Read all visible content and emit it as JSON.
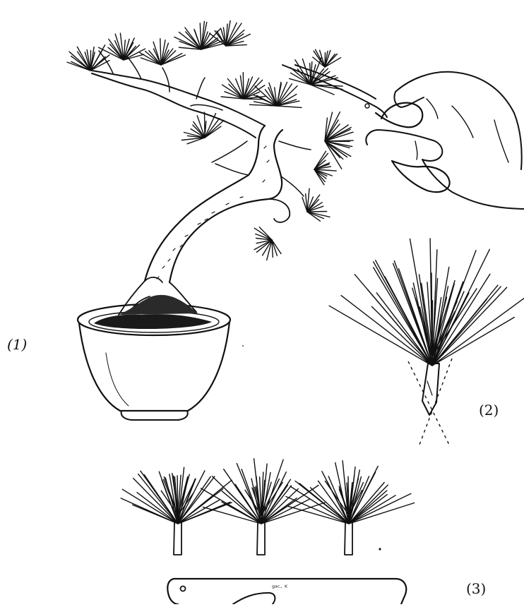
{
  "labels": {
    "fig1": "(1)",
    "fig2": "(2)",
    "fig3": "(3)"
  },
  "knife": {
    "engraving": "ᵍᵃᶜ· ᴷ"
  },
  "colors": {
    "ink": "#111111",
    "soil": "#1a1a1a",
    "background": "#ffffff"
  }
}
